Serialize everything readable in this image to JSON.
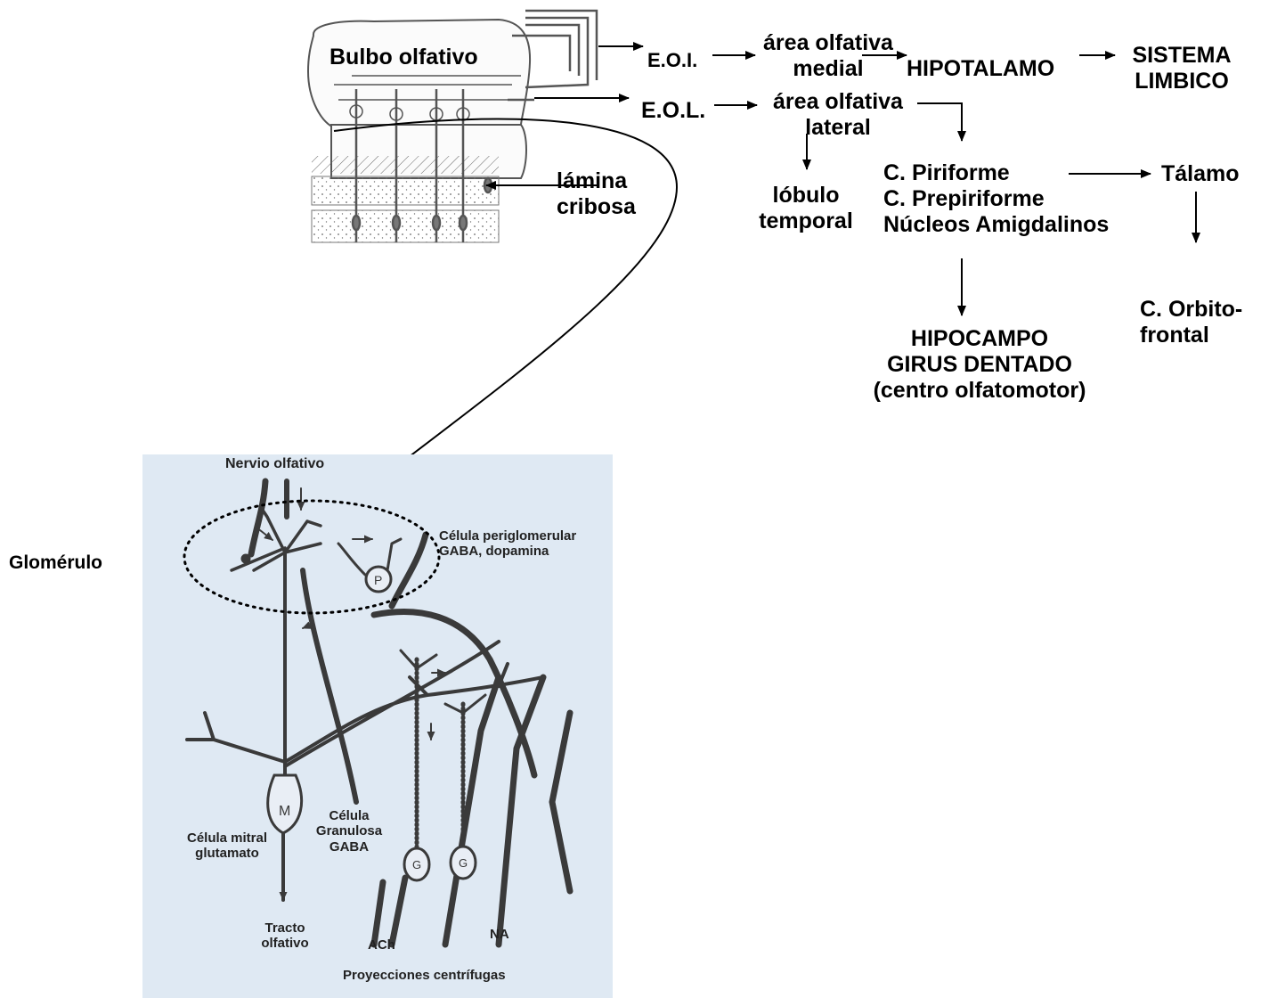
{
  "flow": {
    "bulbo": "Bulbo  olfativo",
    "eol_top": "E.O.I.",
    "eol_bottom": "E.O.L.",
    "area_medial": [
      "área olfativa",
      "medial"
    ],
    "area_lateral": [
      "área olfativa",
      "lateral"
    ],
    "hipotalamo": "HIPOTALAMO",
    "sistema_limbico": [
      "SISTEMA",
      "LIMBICO"
    ],
    "lamina_cribosa": [
      "lámina",
      "cribosa"
    ],
    "lobulo_temporal": [
      "lóbulo",
      "temporal"
    ],
    "cortices": [
      "C. Piriforme",
      "C. Prepiriforme",
      "Núcleos Amigdalinos"
    ],
    "talamo": "Tálamo",
    "hipocampo": [
      "HIPOCAMPO",
      "GIRUS DENTADO",
      "(centro olfatomotor)"
    ],
    "orbitofrontal": [
      "C. Orbito-",
      "frontal"
    ]
  },
  "micro": {
    "glomerulo": "Glomérulo",
    "nervio": "Nervio olfativo",
    "periglomerular": [
      "Célula periglomerular",
      "GABA, dopamina"
    ],
    "mitral": [
      "Célula mitral",
      "glutamato"
    ],
    "granulosa": [
      "Célula",
      "Granulosa",
      "GABA"
    ],
    "tracto": [
      "Tracto",
      "olfativo"
    ],
    "ach": "ACh",
    "na": "NA",
    "proyecciones": "Proyecciones centrífugas",
    "mitral_letter": "M",
    "peri_letter": "P",
    "granule_letter": "G"
  },
  "colors": {
    "figure_background": "#dfe9f3",
    "ink": "#000000",
    "neuron_ink": "#3a3a3a"
  }
}
